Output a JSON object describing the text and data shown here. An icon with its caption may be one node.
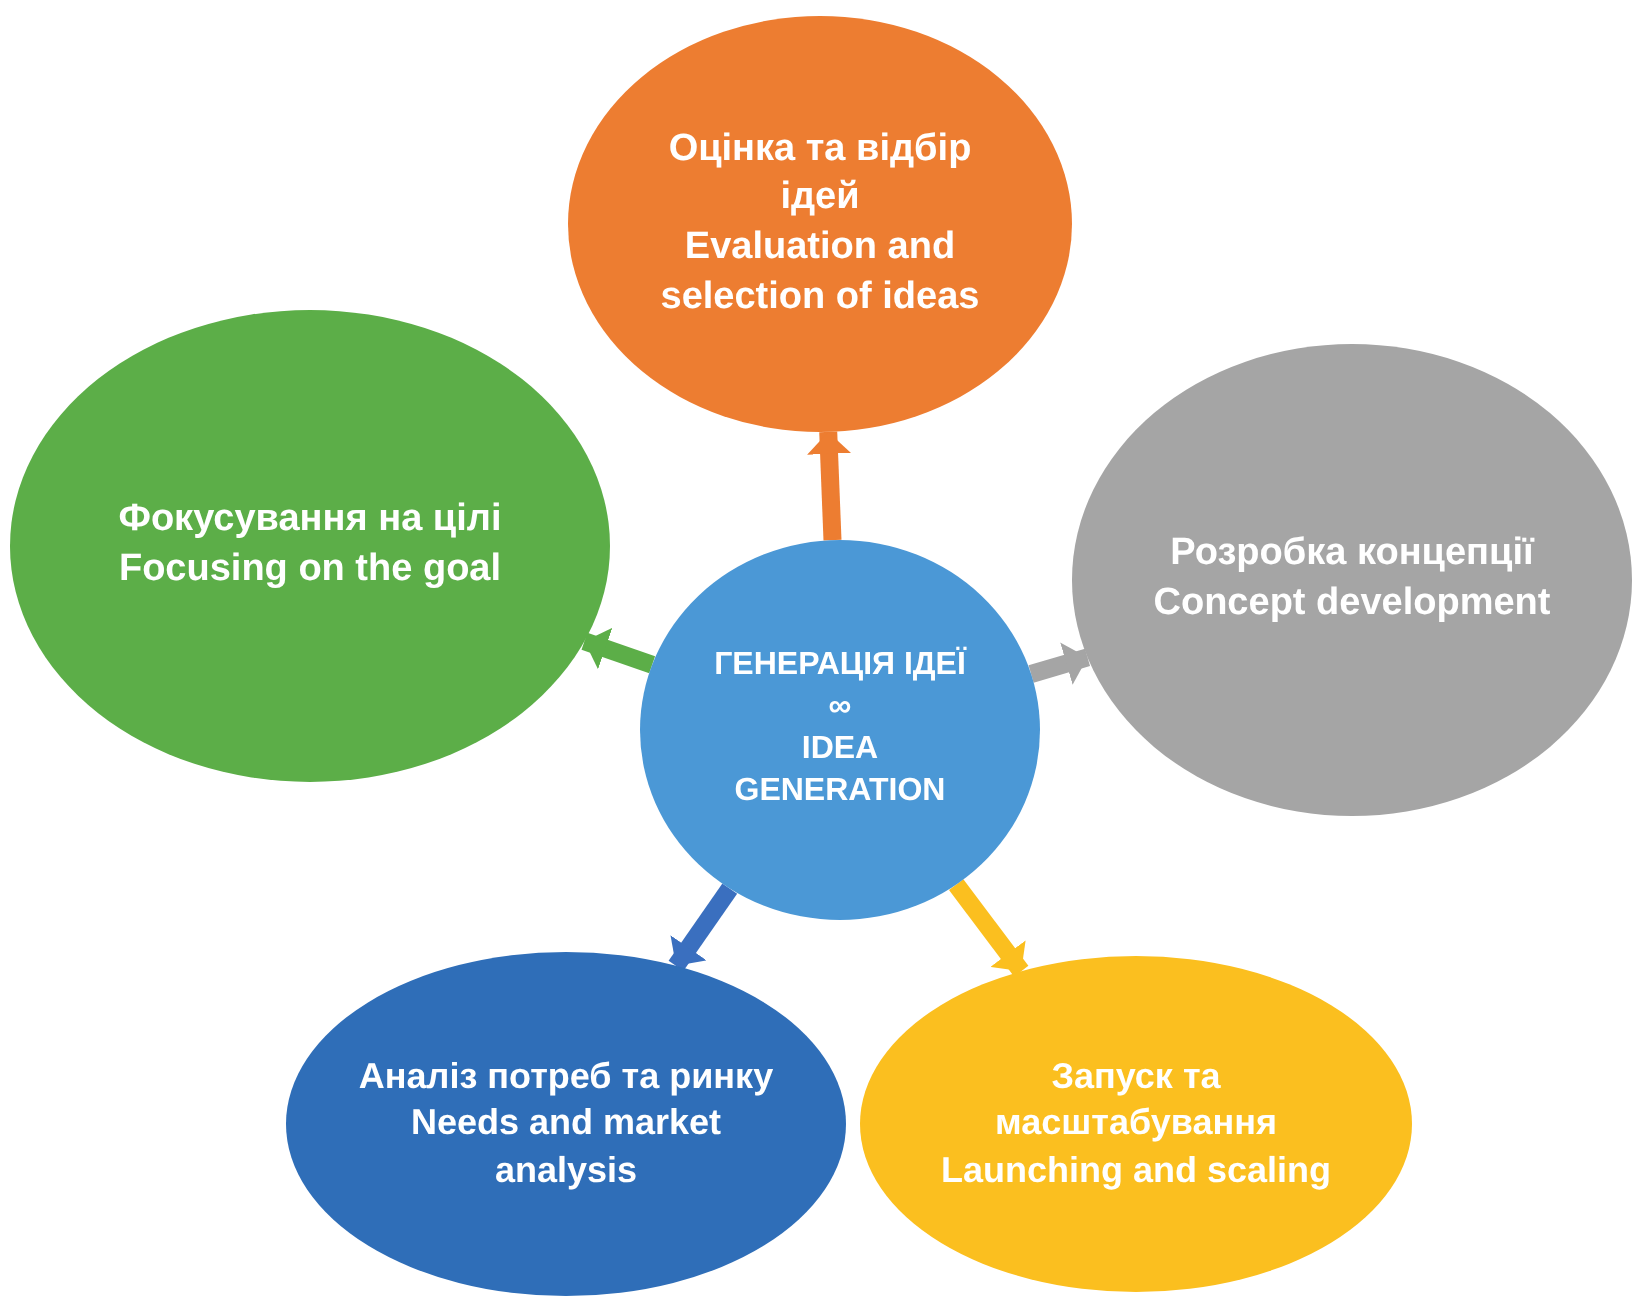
{
  "diagram": {
    "nodes": [
      {
        "text": [
          "Оцінка та відбір ідей",
          "Evaluation and selection of ideas"
        ]
      },
      {
        "text": [
          "Фокусування на цілі",
          "Focusing on the goal"
        ]
      },
      {
        "text": [
          "ГЕНЕРАЦІЯ ІДЕЇ",
          "∞",
          "IDEA GENERATION"
        ]
      },
      {
        "text": [
          "Розробка концепції",
          "Concept development"
        ]
      },
      {
        "text": [
          "Аналіз потреб та ринку",
          "Needs and market analysis"
        ]
      },
      {
        "text": [
          "Запуск та масштабування",
          "Launching and scaling"
        ]
      }
    ],
    "edges": [
      {
        "from": 2,
        "to": 0,
        "arrow": "to",
        "color": "#ed7d31"
      },
      {
        "from": 2,
        "to": 3,
        "arrow": "to",
        "color": "#a5a5a5"
      },
      {
        "from": 2,
        "to": 5,
        "arrow": "to",
        "color": "#fbbf1f"
      },
      {
        "from": 2,
        "to": 4,
        "arrow": "to",
        "color": "#3a6fbf"
      },
      {
        "from": 2,
        "to": 1,
        "arrow": "to",
        "color": "#5cae48"
      }
    ]
  }
}
